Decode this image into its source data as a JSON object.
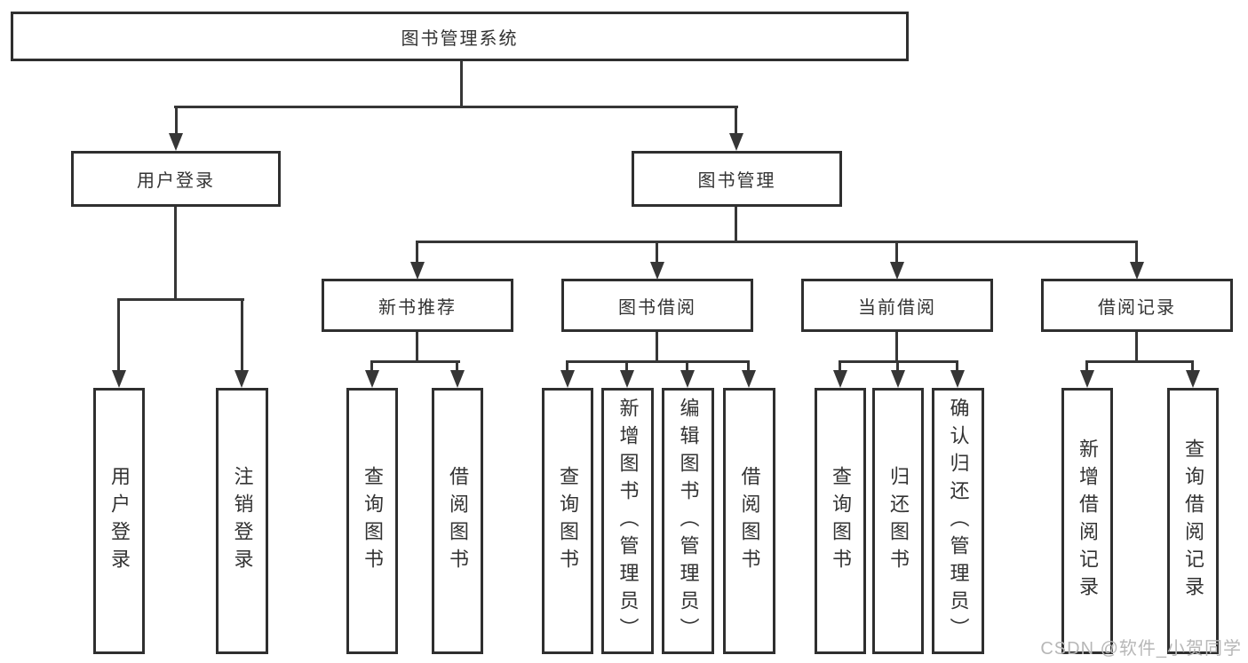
{
  "diagram_type": "hierarchy-chart",
  "watermark": "CSDN @软件_小贺同学",
  "colors": {
    "line": "#363636",
    "box_border": "#2f2f2f",
    "text": "#333333",
    "watermark": "#b7b7b7",
    "background": "#ffffff"
  },
  "tree": {
    "label": "图书管理系统",
    "children": [
      {
        "label": "用户登录",
        "children": [
          {
            "label": "用户登录"
          },
          {
            "label": "注销登录"
          }
        ]
      },
      {
        "label": "图书管理",
        "children": [
          {
            "label": "新书推荐",
            "children": [
              {
                "label": "查询图书"
              },
              {
                "label": "借阅图书"
              }
            ]
          },
          {
            "label": "图书借阅",
            "children": [
              {
                "label": "查询图书"
              },
              {
                "label": "新增图书（管理员）"
              },
              {
                "label": "编辑图书（管理员）"
              },
              {
                "label": "借阅图书"
              }
            ]
          },
          {
            "label": "当前借阅",
            "children": [
              {
                "label": "查询图书"
              },
              {
                "label": "归还图书"
              },
              {
                "label": "确认归还（管理员）"
              }
            ]
          },
          {
            "label": "借阅记录",
            "children": [
              {
                "label": "新增借阅记录"
              },
              {
                "label": "查询借阅记录"
              }
            ]
          }
        ]
      }
    ]
  }
}
